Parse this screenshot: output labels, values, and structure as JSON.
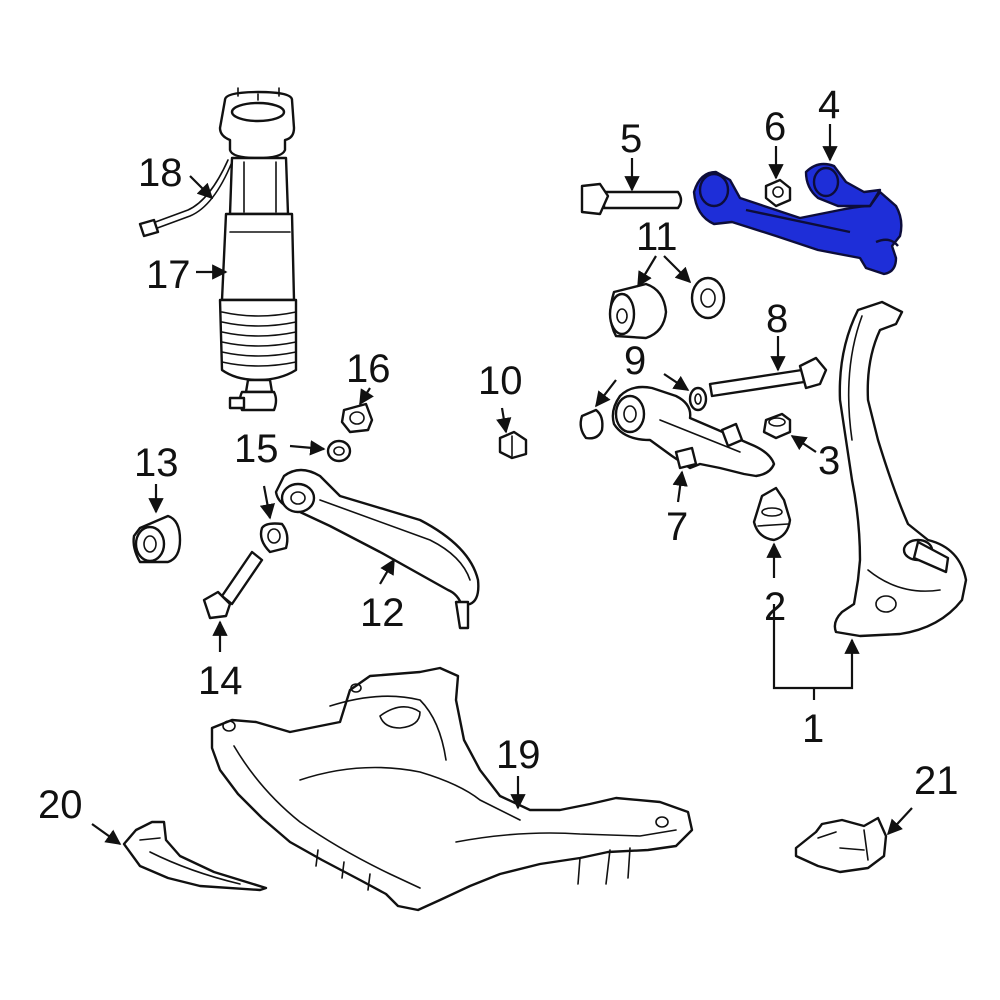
{
  "diagram": {
    "highlight_color": "#1E2ED8",
    "line_color": "#111111",
    "highlighted_part": "4",
    "callouts": [
      {
        "id": "c1",
        "label": "1"
      },
      {
        "id": "c2",
        "label": "2"
      },
      {
        "id": "c3",
        "label": "3"
      },
      {
        "id": "c4",
        "label": "4"
      },
      {
        "id": "c5",
        "label": "5"
      },
      {
        "id": "c6",
        "label": "6"
      },
      {
        "id": "c7",
        "label": "7"
      },
      {
        "id": "c8",
        "label": "8"
      },
      {
        "id": "c9",
        "label": "9"
      },
      {
        "id": "c10",
        "label": "10"
      },
      {
        "id": "c11",
        "label": "11"
      },
      {
        "id": "c12",
        "label": "12"
      },
      {
        "id": "c13",
        "label": "13"
      },
      {
        "id": "c14",
        "label": "14"
      },
      {
        "id": "c15",
        "label": "15"
      },
      {
        "id": "c16",
        "label": "16"
      },
      {
        "id": "c17",
        "label": "17"
      },
      {
        "id": "c18",
        "label": "18"
      },
      {
        "id": "c19",
        "label": "19"
      },
      {
        "id": "c20",
        "label": "20"
      },
      {
        "id": "c21",
        "label": "21"
      }
    ]
  }
}
